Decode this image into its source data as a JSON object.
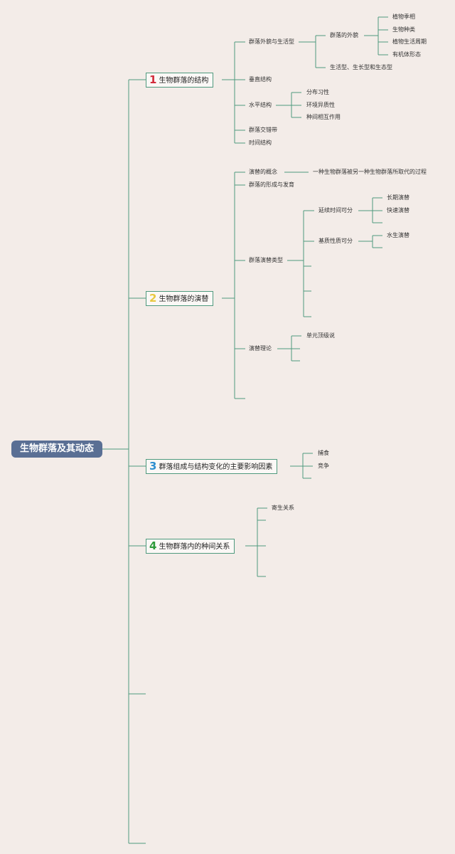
{
  "root": {
    "label": "生物群落及其动态"
  },
  "branches": [
    {
      "num": "1",
      "num_color": "#d22c3c",
      "label": "生物群落的结构",
      "children": {
        "appearance": "群落外貌与生活型",
        "appearance_sub": "群落的外貌",
        "appearance_items": [
          "植物季相",
          "生物种类",
          "植物生活周期",
          "有机体形态"
        ],
        "lifeform": "生活型、生长型和生态型",
        "vertical": "垂直结构",
        "horizontal": "水平结构",
        "horizontal_items": [
          "分布习性",
          "环境异质性",
          "种间相互作用"
        ],
        "ecotone": "群落交错带",
        "temporal": "时间结构"
      }
    },
    {
      "num": "2",
      "num_color": "#e8c840",
      "label": "生物群落的演替",
      "children": {
        "concept": "演替的概念",
        "concept_def": "一种生物群落被另一种生物群落所取代的过程",
        "formation": "群落的形成与发育",
        "types": "群落演替类型",
        "by_time": "延续时间可分",
        "by_time_items": [
          "长期演替",
          "快速演替"
        ],
        "by_substrate": "基质性质可分",
        "by_substrate_items": [
          "水生演替"
        ],
        "theory": "演替理论",
        "theory_items": [
          "单元顶级说"
        ]
      }
    },
    {
      "num": "3",
      "num_color": "#2f8fd0",
      "label": "群落组成与结构变化的主要影响因素",
      "children": {
        "items": [
          "捕食",
          "竞争"
        ]
      }
    },
    {
      "num": "4",
      "num_color": "#2e9a3a",
      "label": "生物群落内的种间关系",
      "children": {
        "items": [
          "寄生关系"
        ]
      }
    }
  ]
}
